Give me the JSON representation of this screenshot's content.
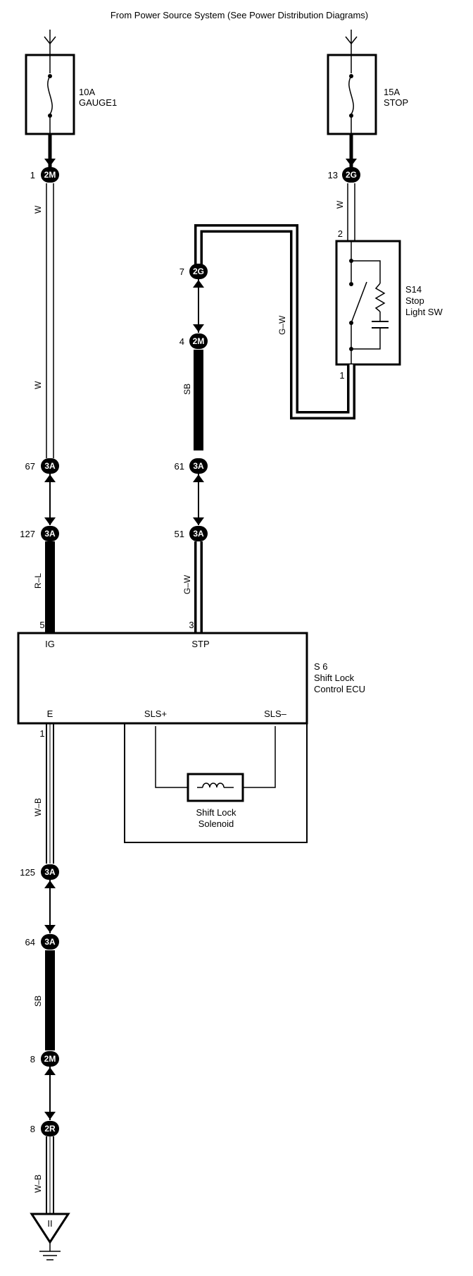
{
  "header": {
    "source_text": "From Power Source System (See Power Distribution Diagrams)"
  },
  "fuses": {
    "gauge": {
      "rating": "10A",
      "name": "GAUGE1"
    },
    "stop": {
      "rating": "15A",
      "name": "STOP"
    }
  },
  "connectors": {
    "c_2m_top": {
      "pin": "1",
      "code": "2M"
    },
    "c_2g_stop": {
      "pin": "13",
      "code": "2G"
    },
    "c_2g_mid": {
      "pin": "7",
      "code": "2G"
    },
    "c_2m_mid": {
      "pin": "4",
      "code": "2M"
    },
    "c_3a_67": {
      "pin": "67",
      "code": "3A"
    },
    "c_3a_61": {
      "pin": "61",
      "code": "3A"
    },
    "c_3a_127": {
      "pin": "127",
      "code": "3A"
    },
    "c_3a_51": {
      "pin": "51",
      "code": "3A"
    },
    "c_3a_125": {
      "pin": "125",
      "code": "3A"
    },
    "c_3a_64": {
      "pin": "64",
      "code": "3A"
    },
    "c_2m_bot": {
      "pin": "8",
      "code": "2M"
    },
    "c_2r_bot": {
      "pin": "8",
      "code": "2R"
    }
  },
  "wires": {
    "w_top_1": "W",
    "w_top_2": "W",
    "w_stop": "W",
    "w_gw_top": "G–W",
    "w_sb_mid": "SB",
    "w_rl": "R–L",
    "w_gw_low": "G–W",
    "w_wb_1": "W–B",
    "w_sb_low": "SB",
    "w_wb_2": "W–B"
  },
  "stop_switch": {
    "code": "S14",
    "name_line1": "Stop",
    "name_line2": "Light SW",
    "pin_top": "2",
    "pin_bottom": "1"
  },
  "ecu": {
    "code": "S 6",
    "name_line1": "Shift Lock",
    "name_line2": "Control ECU",
    "pin_ig_num": "5",
    "pin_ig": "IG",
    "pin_stp_num": "3",
    "pin_stp": "STP",
    "pin_e_num": "1",
    "pin_e": "E",
    "pin_sls_plus": "SLS+",
    "pin_sls_minus": "SLS–"
  },
  "solenoid": {
    "name_line1": "Shift Lock",
    "name_line2": "Solenoid"
  },
  "ground": {
    "code": "II"
  }
}
